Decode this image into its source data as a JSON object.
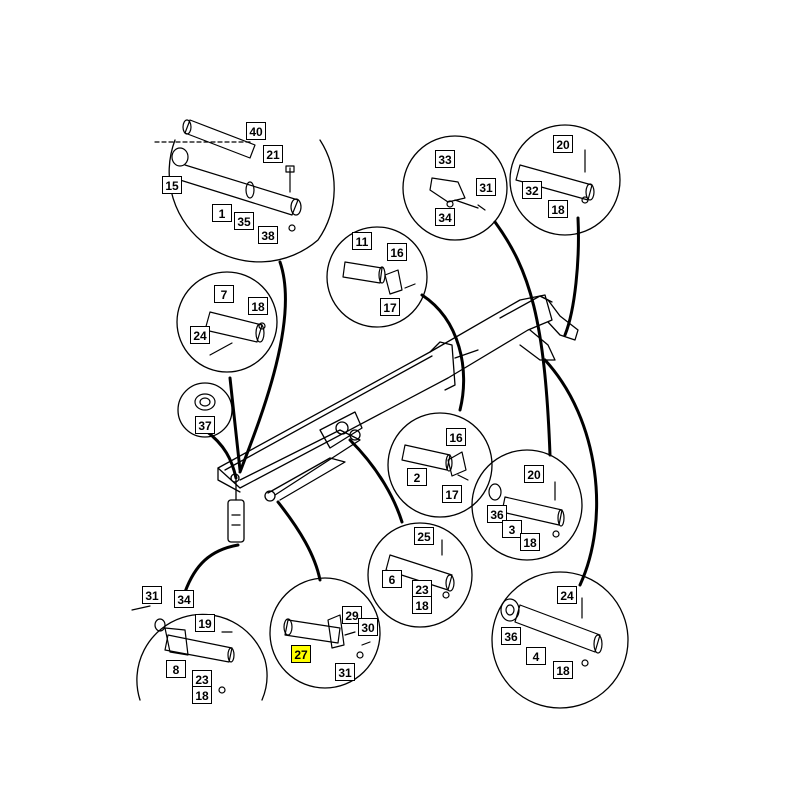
{
  "highlight_color": "#ffff00",
  "callouts": {
    "c40": "40",
    "c21": "21",
    "c15": "15",
    "c1": "1",
    "c35": "35",
    "c38": "38",
    "c33": "33",
    "c31a": "31",
    "c34a": "34",
    "c20a": "20",
    "c32": "32",
    "c18a": "18",
    "c11": "11",
    "c16a": "16",
    "c17a": "17",
    "c7": "7",
    "c18b": "18",
    "c24a": "24",
    "c37": "37",
    "c16b": "16",
    "c2": "2",
    "c17b": "17",
    "c20b": "20",
    "c36a": "36",
    "c3": "3",
    "c18c": "18",
    "c25": "25",
    "c6": "6",
    "c23a": "23",
    "c18d": "18",
    "c31b": "31",
    "c34b": "34",
    "c19": "19",
    "c8": "8",
    "c23b": "23",
    "c18e": "18",
    "c29": "29",
    "c30": "30",
    "c27": "27",
    "c31c": "31",
    "c24b": "24",
    "c36b": "36",
    "c4": "4",
    "c18f": "18"
  }
}
